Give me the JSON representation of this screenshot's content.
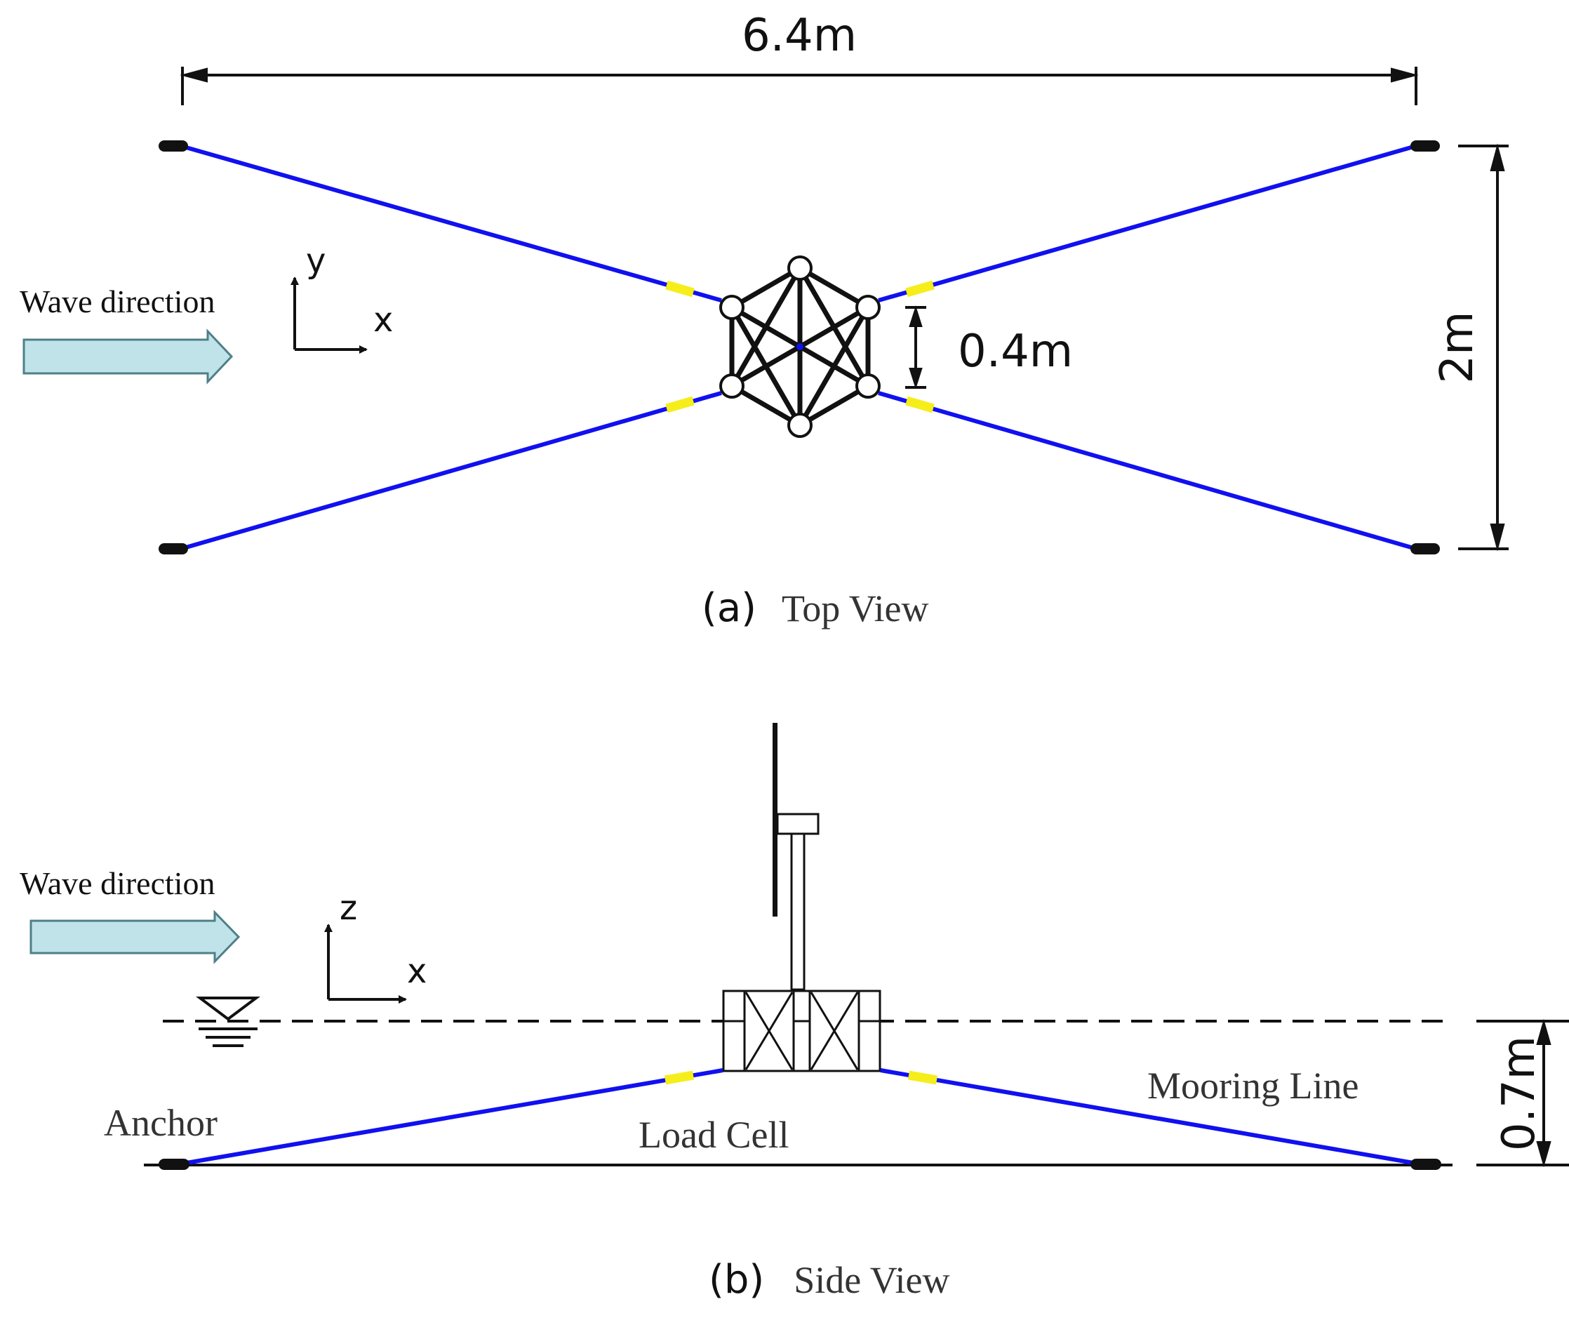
{
  "colors": {
    "mooring_line": "#1010f0",
    "load_cell": "#f5ee1a",
    "wave_arrow_fill": "#bfe3e8",
    "wave_arrow_stroke": "#4f7f88",
    "structure": "#111111"
  },
  "top_view": {
    "dimension_length": "6.4m",
    "dimension_width": "2m",
    "dimension_spacing": "0.4m",
    "wave_label": "Wave direction",
    "axis_vertical": "y",
    "axis_horizontal": "x",
    "caption_letter": "(a)",
    "caption_text": "Top View"
  },
  "side_view": {
    "dimension_depth": "0.7m",
    "wave_label": "Wave direction",
    "axis_vertical": "z",
    "axis_horizontal": "x",
    "label_anchor": "Anchor",
    "label_load_cell": "Load Cell",
    "label_mooring_line": "Mooring Line",
    "caption_letter": "(b)",
    "caption_text": "Side View"
  }
}
